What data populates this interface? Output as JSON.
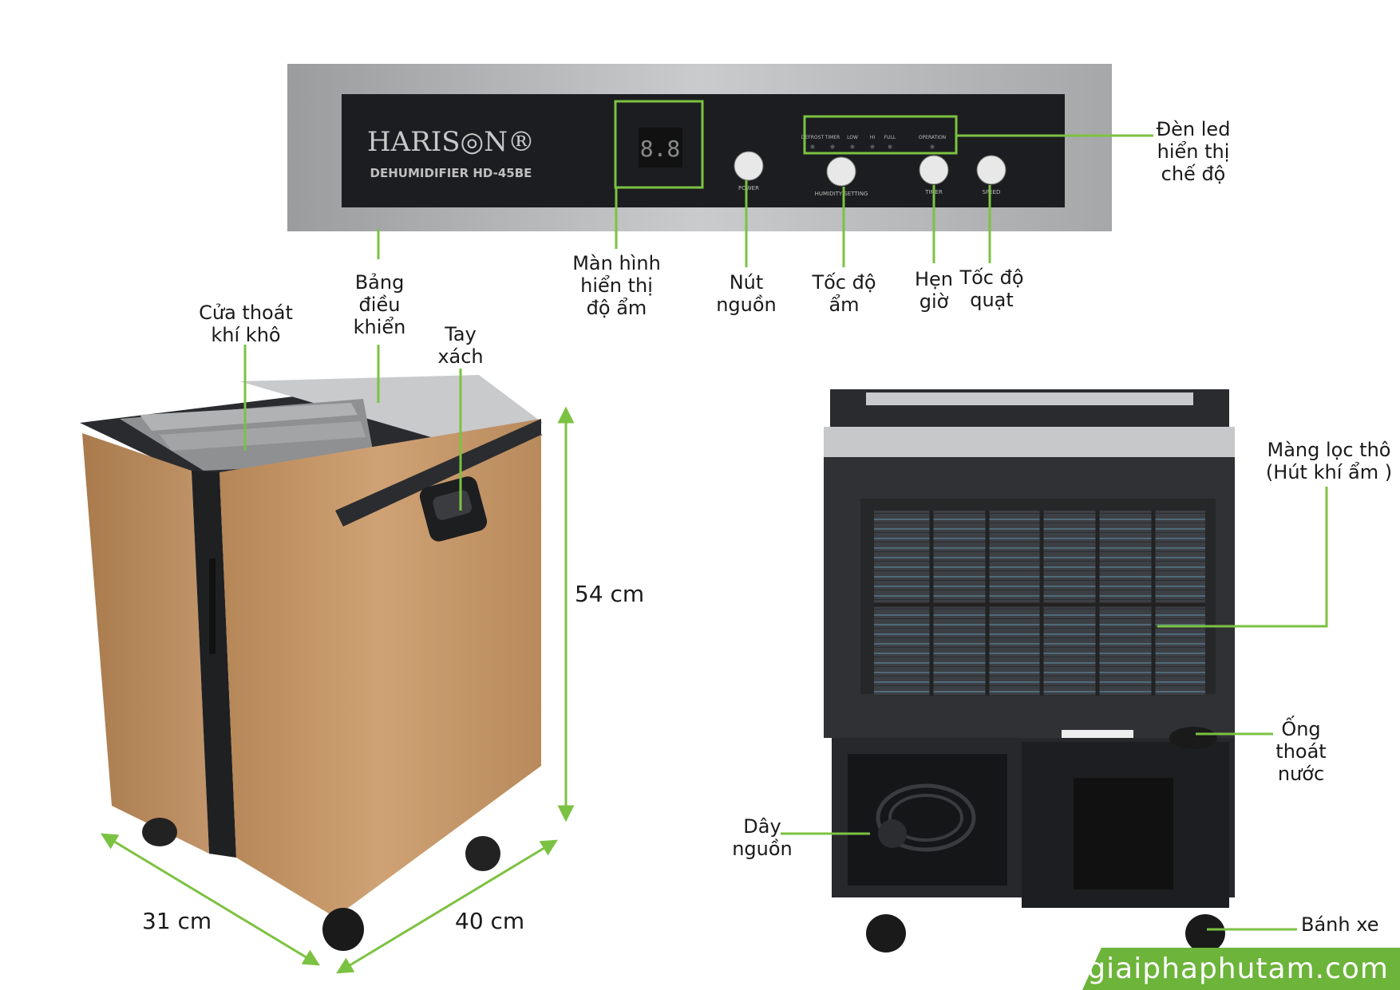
{
  "panel": {
    "brand": "HARIS◎N®",
    "model": "DEHUMIDIFIER HD-45BE",
    "display_digits": "8.8",
    "led_labels": [
      "DEFROST",
      "TIMER",
      "LOW",
      "HI",
      "FULL",
      "OPERATION"
    ],
    "buttons": [
      "POWER",
      "HUMIDITY SETTING",
      "TIMER",
      "SPEED"
    ]
  },
  "callouts": {
    "den_led": "Đèn led\nhiển thị\nchế độ",
    "man_hinh": "Màn hình\nhiển thị\nđộ ẩm",
    "nut_nguon": "Nút\nnguồn",
    "toc_do_am": "Tốc độ\nẩm",
    "hen_gio": "Hẹn\ngiờ",
    "toc_do_quat": "Tốc độ\nquạt",
    "bang_dieu_khien": "Bảng\nđiều\nkhiển",
    "cua_thoat": "Cửa thoát\nkhí khô",
    "tay_xach": "Tay\nxách",
    "mang_loc": "Màng lọc thô\n(Hút khí ẩm )",
    "ong_thoat": "Ống\nthoát\nnước",
    "day_nguon": "Dây\nnguồn",
    "banh_xe": "Bánh xe"
  },
  "dimensions": {
    "height": "54 cm",
    "width": "31 cm",
    "depth": "40 cm"
  },
  "footer": "giaiphaphutam.com",
  "colors": {
    "accent": "#7cc242",
    "panel": "#b7b9bb",
    "body": "#c59868"
  }
}
